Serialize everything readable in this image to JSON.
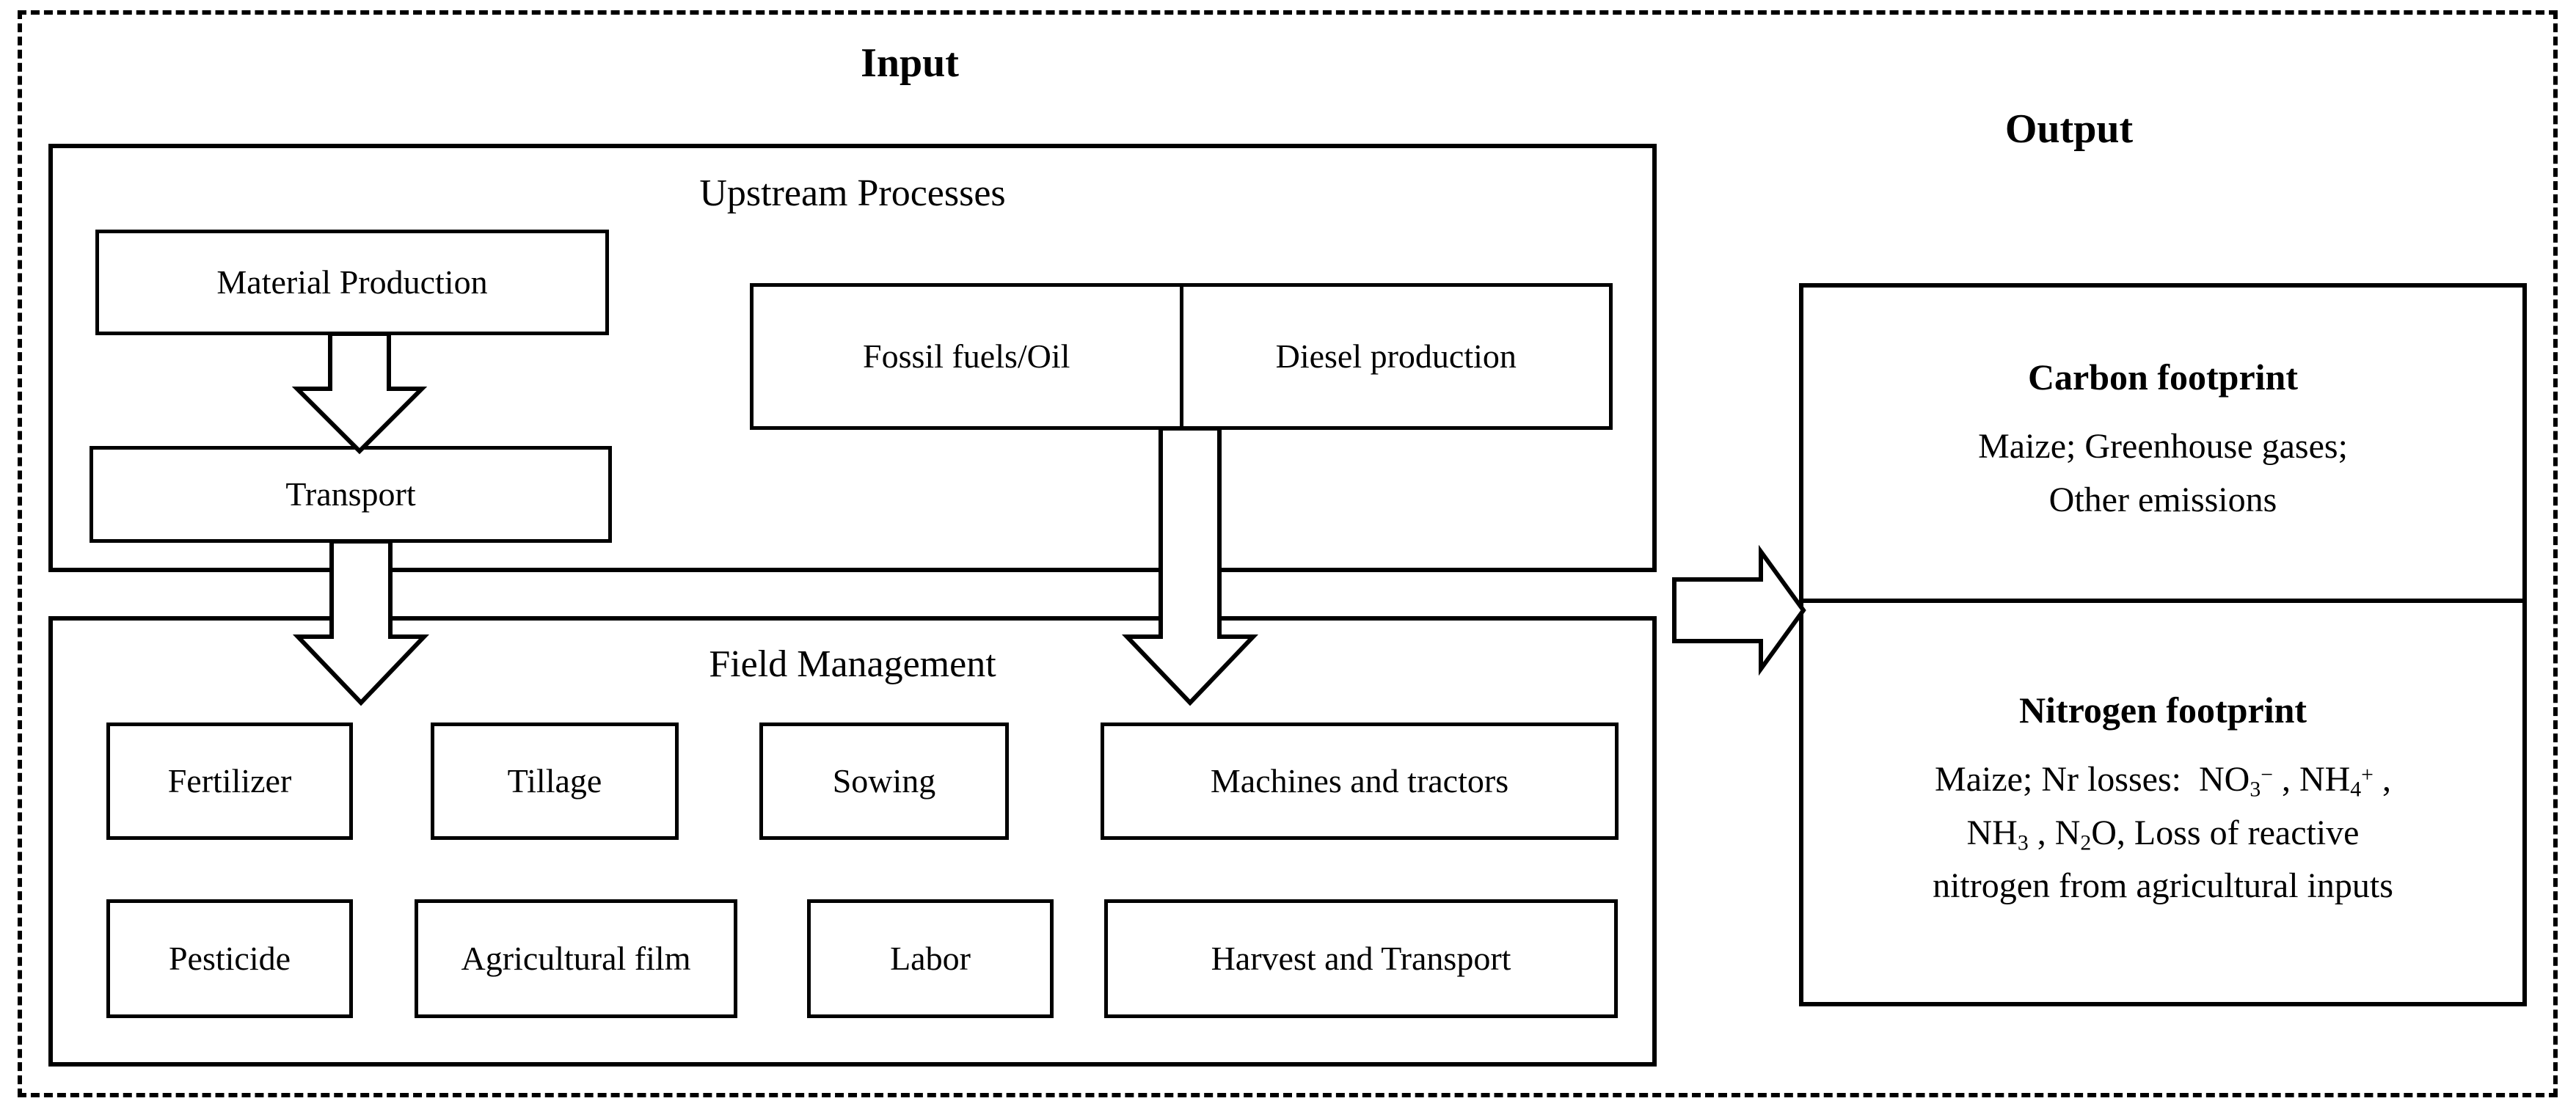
{
  "diagram": {
    "title_input": "Input",
    "title_output": "Output",
    "panels": {
      "upstream": {
        "title": "Upstream Processes"
      },
      "field": {
        "title": "Field Management"
      }
    },
    "upstream_nodes": [
      {
        "id": "material-production",
        "label": "Material Production"
      },
      {
        "id": "transport",
        "label": "Transport"
      },
      {
        "id": "fossil-fuels",
        "label": "Fossil fuels/Oil"
      },
      {
        "id": "diesel-production",
        "label": "Diesel production"
      }
    ],
    "field_nodes_row1": [
      {
        "id": "fertilizer",
        "label": "Fertilizer"
      },
      {
        "id": "tillage",
        "label": "Tillage"
      },
      {
        "id": "sowing",
        "label": "Sowing"
      },
      {
        "id": "machines",
        "label": "Machines and tractors"
      }
    ],
    "field_nodes_row2": [
      {
        "id": "pesticide",
        "label": "Pesticide"
      },
      {
        "id": "agricultural-film",
        "label": "Agricultural film"
      },
      {
        "id": "labor",
        "label": "Labor"
      },
      {
        "id": "harvest",
        "label": "Harvest and Transport"
      }
    ],
    "output": {
      "carbon": {
        "title": "Carbon footprint",
        "line1": "Maize; Greenhouse gases;",
        "line2": "Other emissions"
      },
      "nitrogen": {
        "title": "Nitrogen footprint",
        "line1_prefix": "Maize; Nr losses: NO",
        "line1_sub1": "3",
        "line1_sup1": "−",
        "line1_mid": " , NH",
        "line1_sub2": "4",
        "line1_sup2": "+",
        "line1_suffix": " ,",
        "line2_a": "NH",
        "line2_sub1": "3",
        "line2_b": " , N",
        "line2_sub2": "2",
        "line2_c": "O, Loss of reactive",
        "line3": "nitrogen from agricultural inputs"
      }
    },
    "arrows": [
      {
        "id": "arrow-material-to-transport",
        "direction": "down"
      },
      {
        "id": "arrow-transport-to-field",
        "direction": "down"
      },
      {
        "id": "arrow-diesel-to-field",
        "direction": "down"
      },
      {
        "id": "arrow-input-to-output",
        "direction": "right"
      }
    ],
    "colors": {
      "stroke": "#000000",
      "background": "#ffffff"
    }
  }
}
